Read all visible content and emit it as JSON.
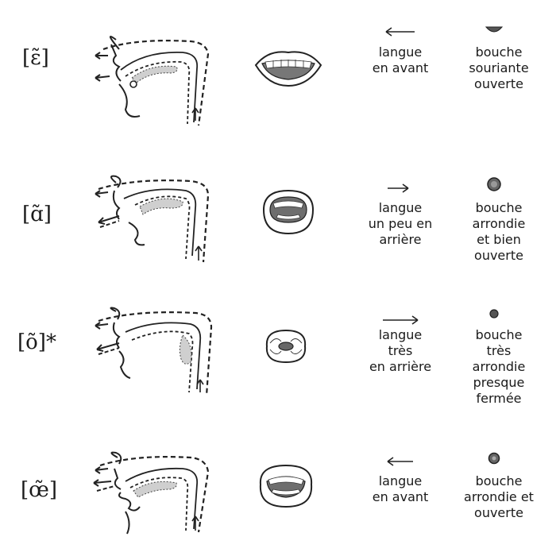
{
  "rows": [
    {
      "symbol": "[ɛ̃]",
      "tongue_direction": "forward",
      "tongue_lines": [
        "langue",
        "en avant"
      ],
      "mouth_lines": [
        "bouche",
        "souriante",
        "ouverte"
      ],
      "mouth_shape": "smiling-open"
    },
    {
      "symbol": "[ɑ̃]",
      "tongue_direction": "back",
      "tongue_lines": [
        "langue",
        "un peu en",
        "arrière"
      ],
      "mouth_lines": [
        "bouche",
        "arrondie",
        "et bien",
        "ouverte"
      ],
      "mouth_shape": "rounded-wide-open"
    },
    {
      "symbol": "[õ]*",
      "tongue_direction": "far-back",
      "tongue_lines": [
        "langue",
        "très",
        "en arrière"
      ],
      "mouth_lines": [
        "bouche",
        "très",
        "arrondie",
        "presque",
        "fermée"
      ],
      "mouth_shape": "very-rounded-nearly-closed"
    },
    {
      "symbol": "[œ̃]",
      "tongue_direction": "forward",
      "tongue_lines": [
        "langue",
        "en avant"
      ],
      "mouth_lines": [
        "bouche",
        "arrondie et",
        "ouverte"
      ],
      "mouth_shape": "rounded-open"
    }
  ]
}
